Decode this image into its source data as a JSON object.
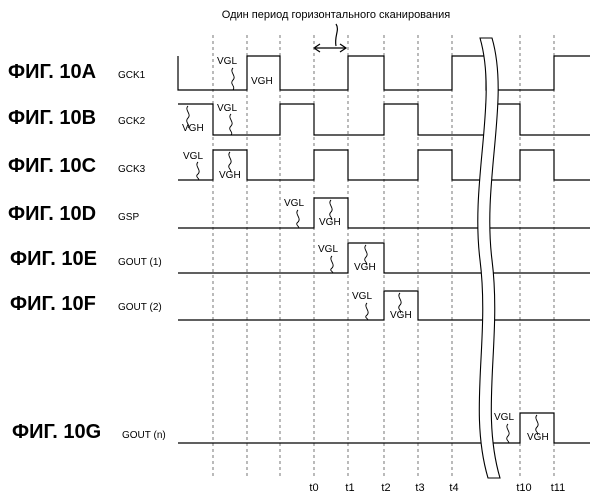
{
  "header": {
    "text": "Один период горизонтального сканирования"
  },
  "level_labels": {
    "low": "VGL",
    "high": "VGH"
  },
  "figures": [
    {
      "fig": "ФИГ. 10A",
      "signal": "GCK1"
    },
    {
      "fig": "ФИГ. 10B",
      "signal": "GCK2"
    },
    {
      "fig": "ФИГ. 10C",
      "signal": "GCK3"
    },
    {
      "fig": "ФИГ. 10D",
      "signal": "GSP"
    },
    {
      "fig": "ФИГ. 10E",
      "signal": "GOUT (1)"
    },
    {
      "fig": "ФИГ. 10F",
      "signal": "GOUT (2)"
    },
    {
      "fig": "ФИГ. 10G",
      "signal": "GOUT (n)"
    }
  ],
  "time_ticks": [
    "t0",
    "t1",
    "t2",
    "t3",
    "t4",
    "t10",
    "t11"
  ]
}
